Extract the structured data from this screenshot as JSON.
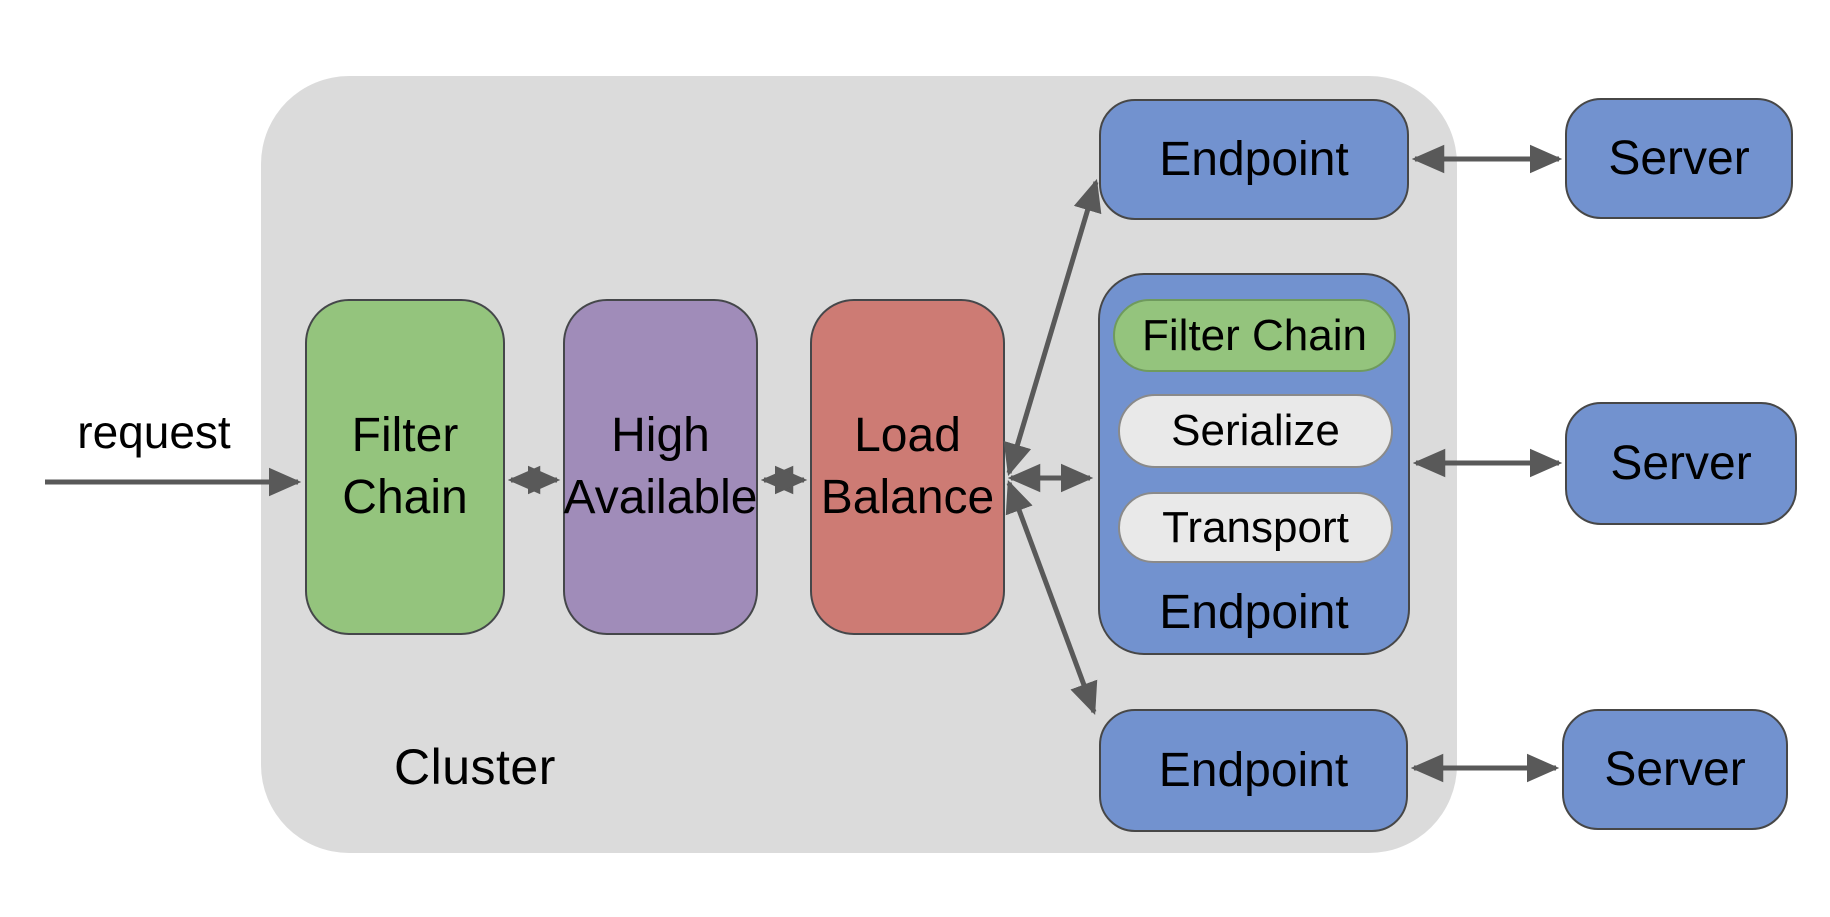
{
  "diagram": {
    "request_label": "request",
    "cluster": {
      "label": "Cluster",
      "pipeline": [
        {
          "id": "filter-chain",
          "label": "Filter Chain",
          "color": "#94c47d"
        },
        {
          "id": "high-available",
          "label": "High Available",
          "color": "#a08cb9"
        },
        {
          "id": "load-balance",
          "label": "Load Balance",
          "color": "#cd7b74"
        }
      ],
      "endpoints": {
        "top": {
          "label": "Endpoint",
          "color": "#7292cf"
        },
        "middle": {
          "label": "Endpoint",
          "color": "#7292cf",
          "layers": [
            {
              "id": "filter-chain",
              "label": "Filter Chain",
              "color": "#94c47d"
            },
            {
              "id": "serialize",
              "label": "Serialize",
              "color": "#e9e9e9"
            },
            {
              "id": "transport",
              "label": "Transport",
              "color": "#e9e9e9"
            }
          ]
        },
        "bottom": {
          "label": "Endpoint",
          "color": "#7292cf"
        }
      }
    },
    "servers": [
      {
        "label": "Server"
      },
      {
        "label": "Server"
      },
      {
        "label": "Server"
      }
    ],
    "colors": {
      "canvas_bg": "#ffffff",
      "cluster_bg": "#dbdbdb",
      "node_blue": "#7292cf",
      "node_green": "#94c47d",
      "node_purple": "#a08cb9",
      "node_red": "#cd7b74",
      "pill_gray": "#e9e9e9",
      "arrow": "#595959",
      "text": "#000000"
    }
  }
}
